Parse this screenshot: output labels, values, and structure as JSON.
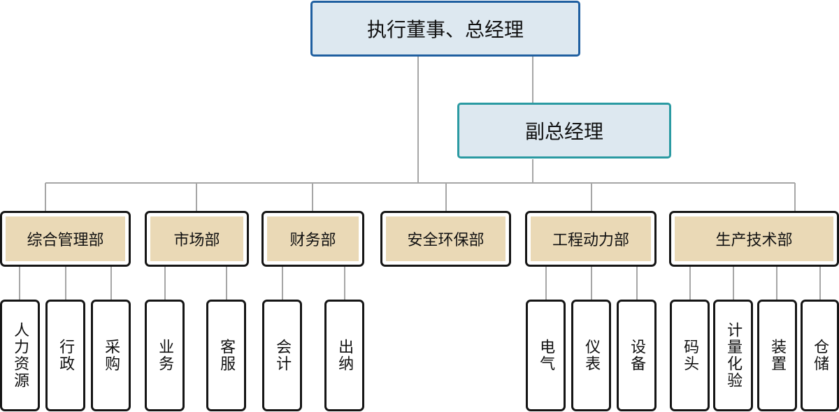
{
  "org_chart": {
    "top": {
      "label": "执行董事、总经理"
    },
    "deputy": {
      "label": "副总经理"
    },
    "departments": [
      {
        "label": "综合管理部",
        "subunits": [
          "人力资源",
          "行政",
          "采购"
        ]
      },
      {
        "label": "市场部",
        "subunits": [
          "业务",
          "客服"
        ]
      },
      {
        "label": "财务部",
        "subunits": [
          "会计",
          "出纳"
        ]
      },
      {
        "label": "安全环保部",
        "subunits": []
      },
      {
        "label": "工程动力部",
        "subunits": [
          "电气",
          "仪表",
          "设备"
        ]
      },
      {
        "label": "生产技术部",
        "subunits": [
          "码头",
          "计量化验",
          "装置",
          "仓储"
        ]
      }
    ]
  },
  "colors": {
    "top_border": "#1f5fa0",
    "deputy_border": "#2a9aa2",
    "header_fill": "#dde8f0",
    "department_fill": "#ead9b6",
    "box_border": "#151515",
    "connector": "#a6a6a6"
  }
}
